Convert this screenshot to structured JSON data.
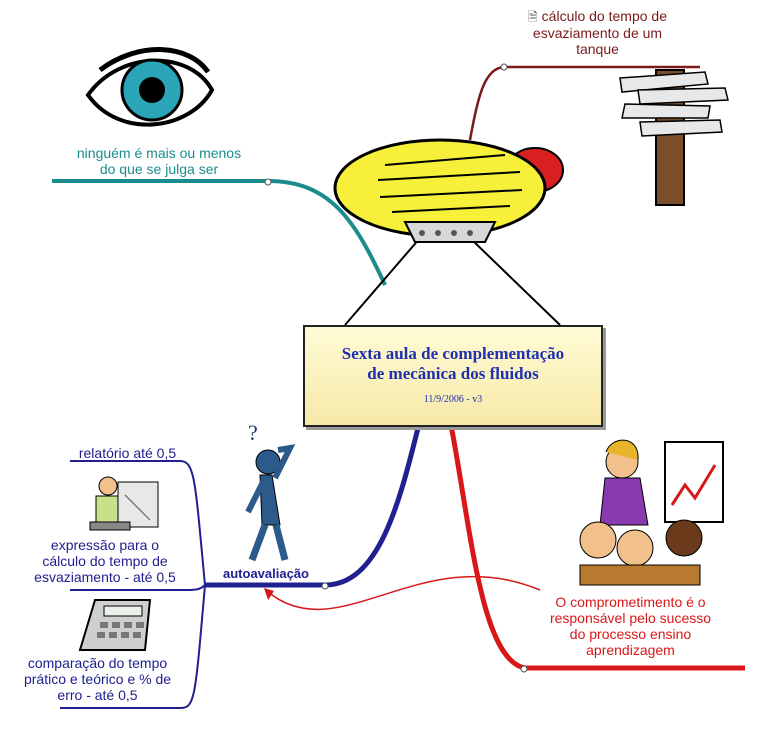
{
  "central": {
    "title_line1": "Sexta aula de complementação",
    "title_line2": "de mecânica dos fluidos",
    "date": "11/9/2006 - v3"
  },
  "topics": {
    "top_right": {
      "line1": "cálculo do tempo de",
      "line2": "esvaziamento de um",
      "line3": "tanque",
      "icon": "document-icon"
    },
    "top_left": {
      "line1": "ninguém é mais ou menos",
      "line2": "do que se julga ser"
    },
    "bottom_right": {
      "line1": "O comprometimento é o",
      "line2": "responsável pelo sucesso",
      "line3": "do processo ensino",
      "line4": "aprendizagem"
    },
    "bottom_left": {
      "label": "autoavaliação",
      "children": [
        {
          "line1": "relatório até 0,5"
        },
        {
          "line1": "expressão para o",
          "line2": "cálculo do tempo de",
          "line3": "esvaziamento - até 0,5"
        },
        {
          "line1": "comparação do tempo",
          "line2": "prático e teórico e % de",
          "line3": "erro - até 0,5"
        }
      ]
    }
  },
  "colors": {
    "teal": "#1a8c8c",
    "dark_red": "#7a1a1a",
    "red": "#d81818",
    "navy": "#202090",
    "central_text": "#1e2fb0"
  },
  "icons": [
    "eye-icon",
    "blimp-icon",
    "signpost-icon",
    "thinking-figure-icon",
    "teacher-audience-icon",
    "drafting-person-icon",
    "calculator-icon"
  ]
}
